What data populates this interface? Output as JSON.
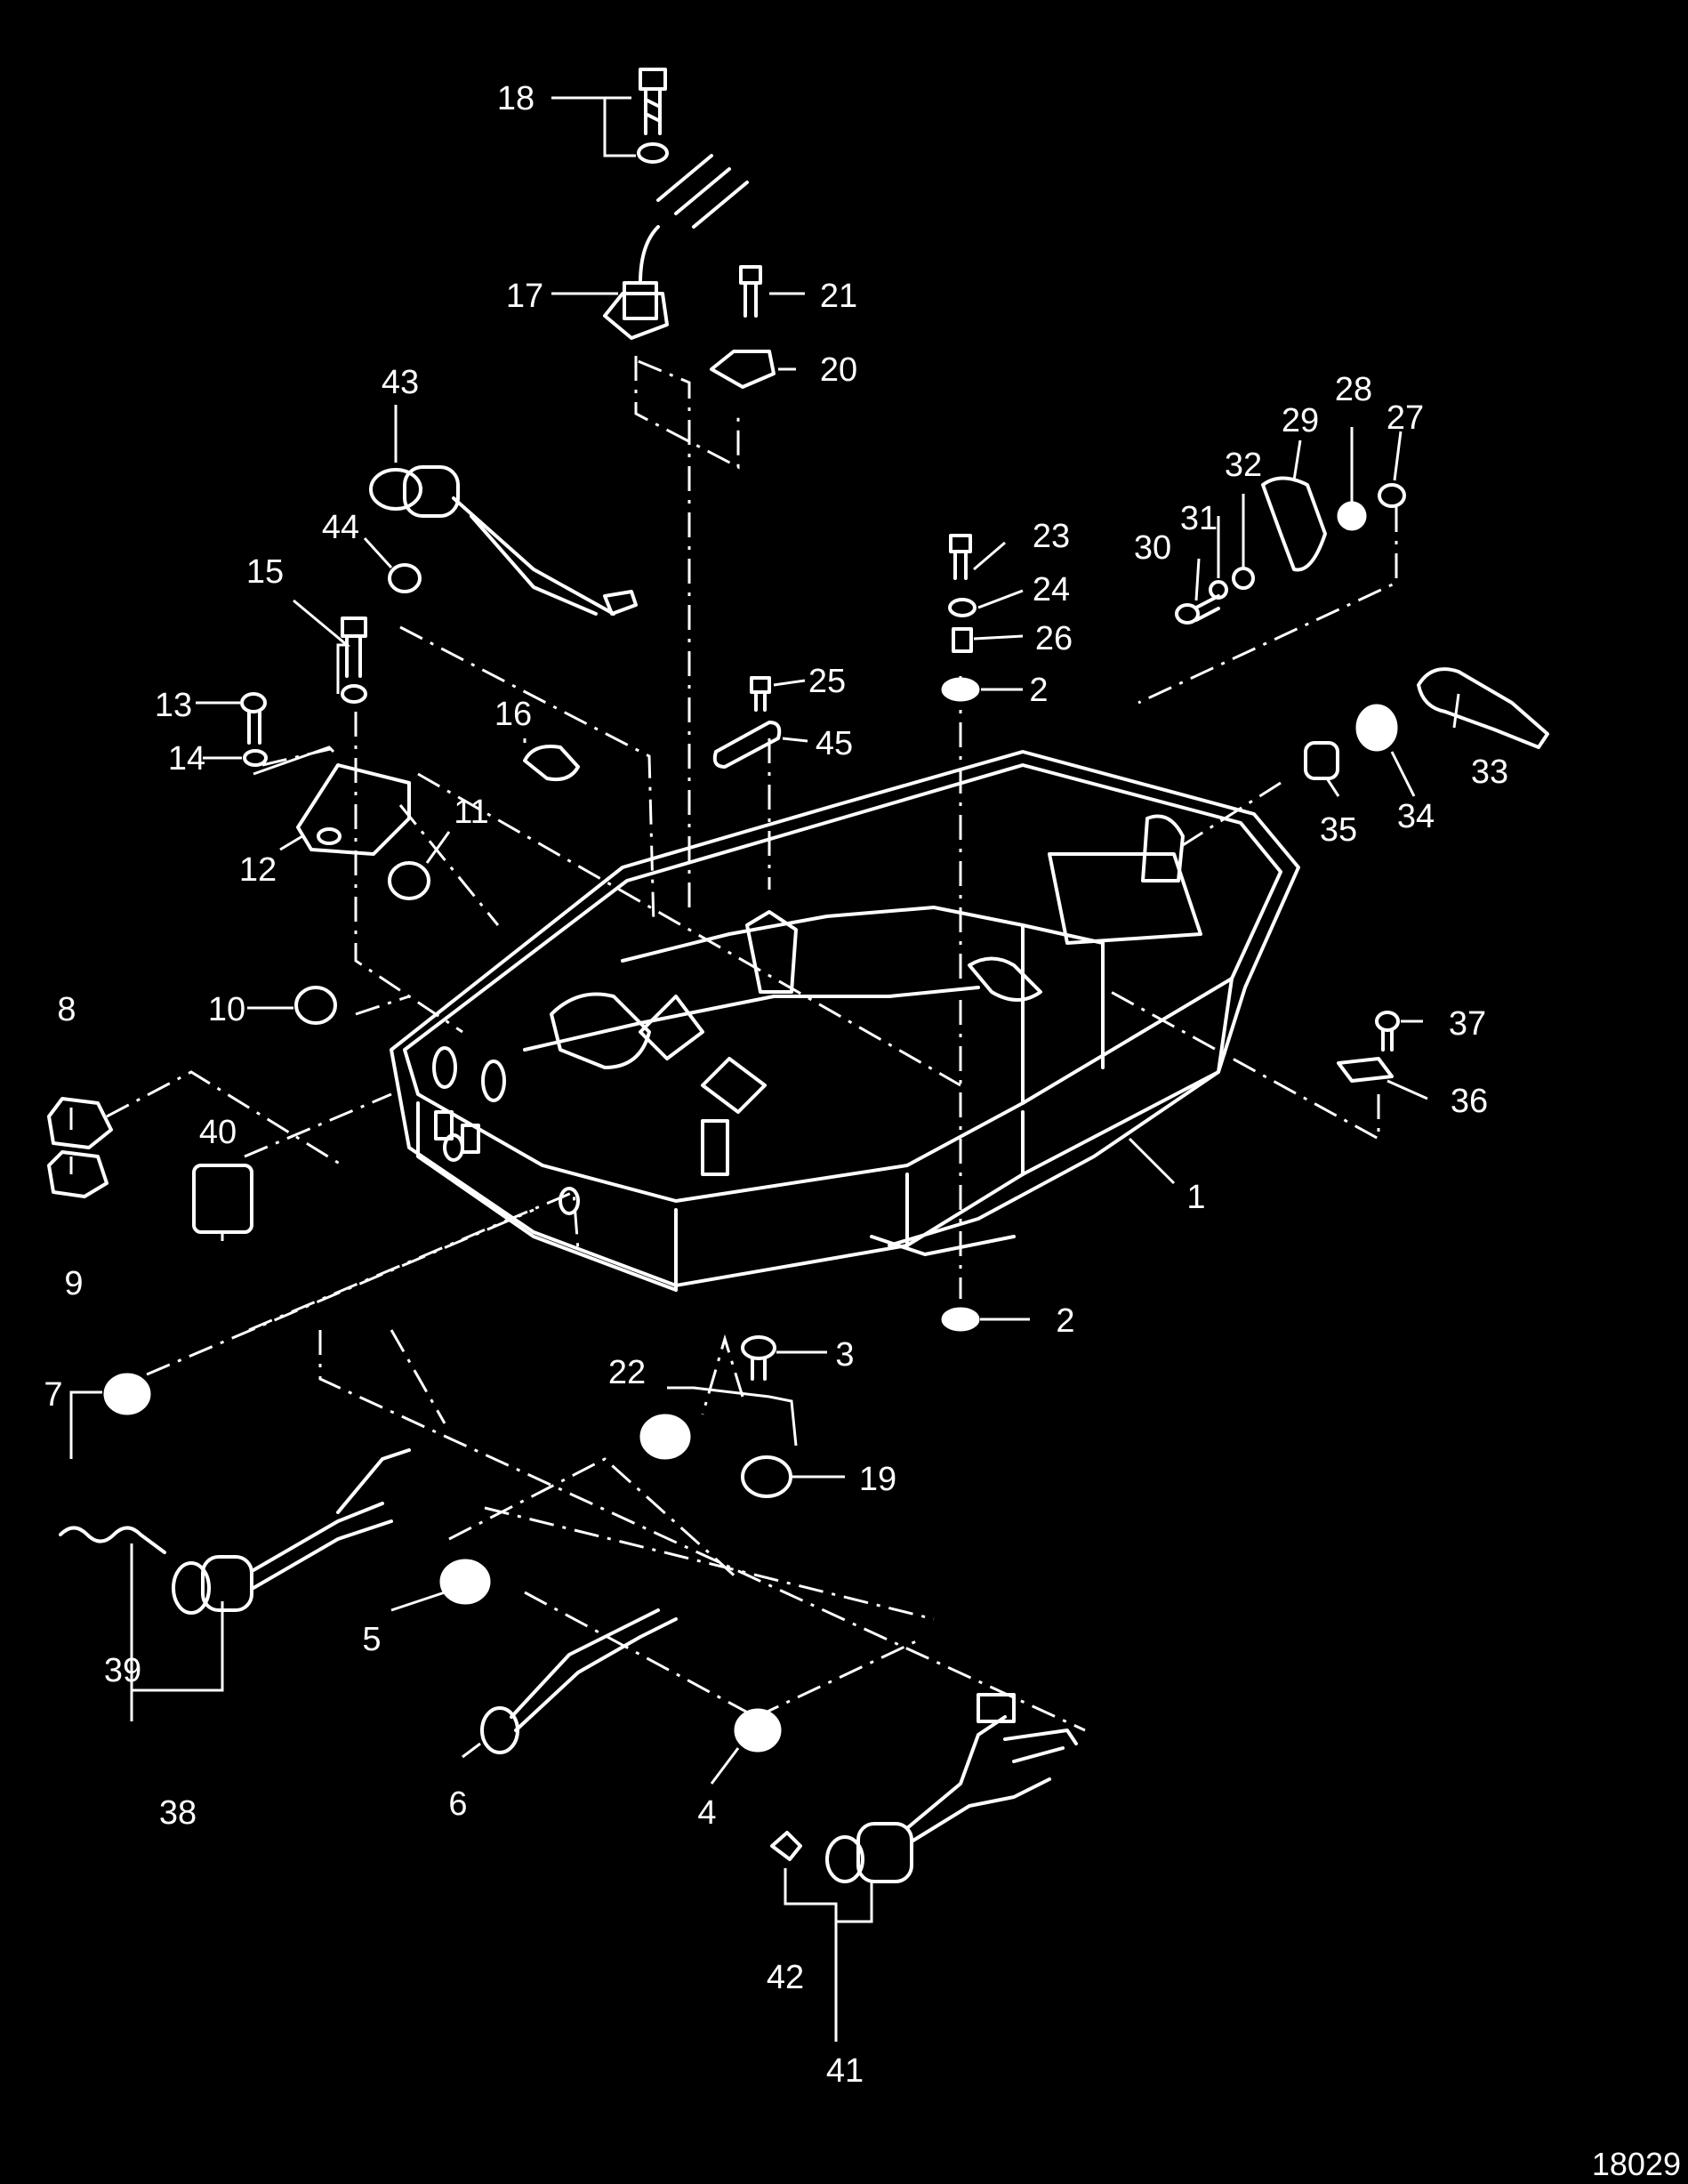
{
  "diagram": {
    "reference_number": "18029",
    "callouts": {
      "c1": "1",
      "c2a": "2",
      "c2b": "2",
      "c3": "3",
      "c4": "4",
      "c5": "5",
      "c6": "6",
      "c7": "7",
      "c8": "8",
      "c9": "9",
      "c10": "10",
      "c11": "11",
      "c12": "12",
      "c13": "13",
      "c14": "14",
      "c15": "15",
      "c16": "16",
      "c17": "17",
      "c18": "18",
      "c19": "19",
      "c20": "20",
      "c21": "21",
      "c22": "22",
      "c23": "23",
      "c24": "24",
      "c25": "25",
      "c26": "26",
      "c27": "27",
      "c28": "28",
      "c29": "29",
      "c30": "30",
      "c31": "31",
      "c32": "32",
      "c33": "33",
      "c34": "34",
      "c35": "35",
      "c36": "36",
      "c37": "37",
      "c38": "38",
      "c39": "39",
      "c40": "40",
      "c41": "41",
      "c42": "42",
      "c43": "43",
      "c44": "44",
      "c45": "45"
    }
  }
}
